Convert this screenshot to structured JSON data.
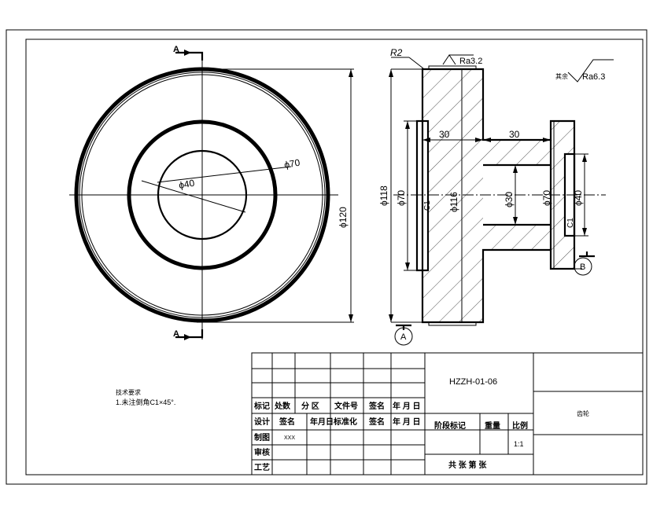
{
  "front_view": {
    "section_label_top": "A",
    "section_label_bottom": "A",
    "dim_d40": "ϕ40",
    "dim_d70": "ϕ70",
    "dim_d120": "ϕ120"
  },
  "side_view": {
    "radius": "R2",
    "roughness_top": "Ra3.2",
    "dim_len_left": "30",
    "dim_len_right": "30",
    "dim_d118": "ϕ118",
    "dim_d70": "ϕ70",
    "dim_d116": "ϕ116",
    "dim_d30": "ϕ30",
    "dim_d70_hub": "ϕ70",
    "dim_d40": "ϕ40",
    "chamfer_left": "C1",
    "chamfer_right": "C1",
    "datum_a": "A",
    "datum_b": "B"
  },
  "general_roughness": {
    "prefix": "其余",
    "value": "Ra6.3"
  },
  "notes": {
    "title": "技术要求",
    "line1": "1.未注倒角C1×45°."
  },
  "title_block": {
    "drawing_number": "HZZH-01-06",
    "part_name": "齿轮",
    "row_labels": [
      "标记",
      "处数",
      "分 区",
      "文件号",
      "签名",
      "年 月 日"
    ],
    "design_labels": [
      "设计",
      "签名",
      "年月日",
      "标准化",
      "签名",
      "年 月 日"
    ],
    "drafter_label": "制图",
    "drafter_value": "XXX",
    "review_label": "审核",
    "process_label": "工艺",
    "stage_label": "阶段标记",
    "weight_label": "重量",
    "scale_label": "比例",
    "scale_value": "1:1",
    "sheet_text": "共 张 第 张"
  }
}
